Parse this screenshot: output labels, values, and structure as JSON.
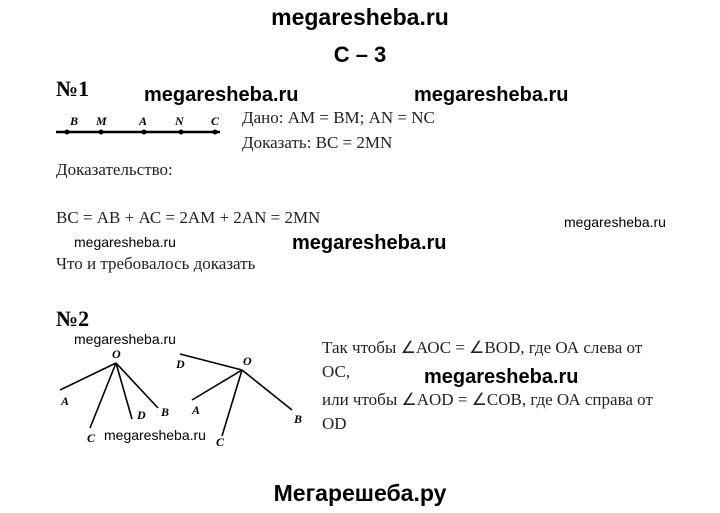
{
  "site_header": "megaresheba.ru",
  "section_title": "С – 3",
  "watermark": "megaresheba.ru",
  "footer": "Мегарешеба.ру",
  "problem1": {
    "number": "№1",
    "point_labels": [
      "B",
      "M",
      "A",
      "N",
      "C"
    ],
    "given": "Дано: АМ = ВМ; AN = NC",
    "prove": "Доказать: ВС = 2MN",
    "proof_heading": "Доказательство:",
    "equation": "ВС = АВ + АС = 2АМ + 2AN = 2MN",
    "conclusion": "Что и требовалось доказать"
  },
  "problem2": {
    "number": "№2",
    "figure1_labels": {
      "O": "O",
      "A": "A",
      "C": "C",
      "D": "D",
      "B": "B"
    },
    "figure2_labels": {
      "O": "O",
      "D": "D",
      "A": "A",
      "C": "C",
      "B": "B"
    },
    "line1": "Так чтобы ∠АОС = ∠BOD, где ОА слева от",
    "line2": "ОС,",
    "line3": "или чтобы ∠AOD = ∠СОВ, где ОА справа от",
    "line4": "OD"
  }
}
